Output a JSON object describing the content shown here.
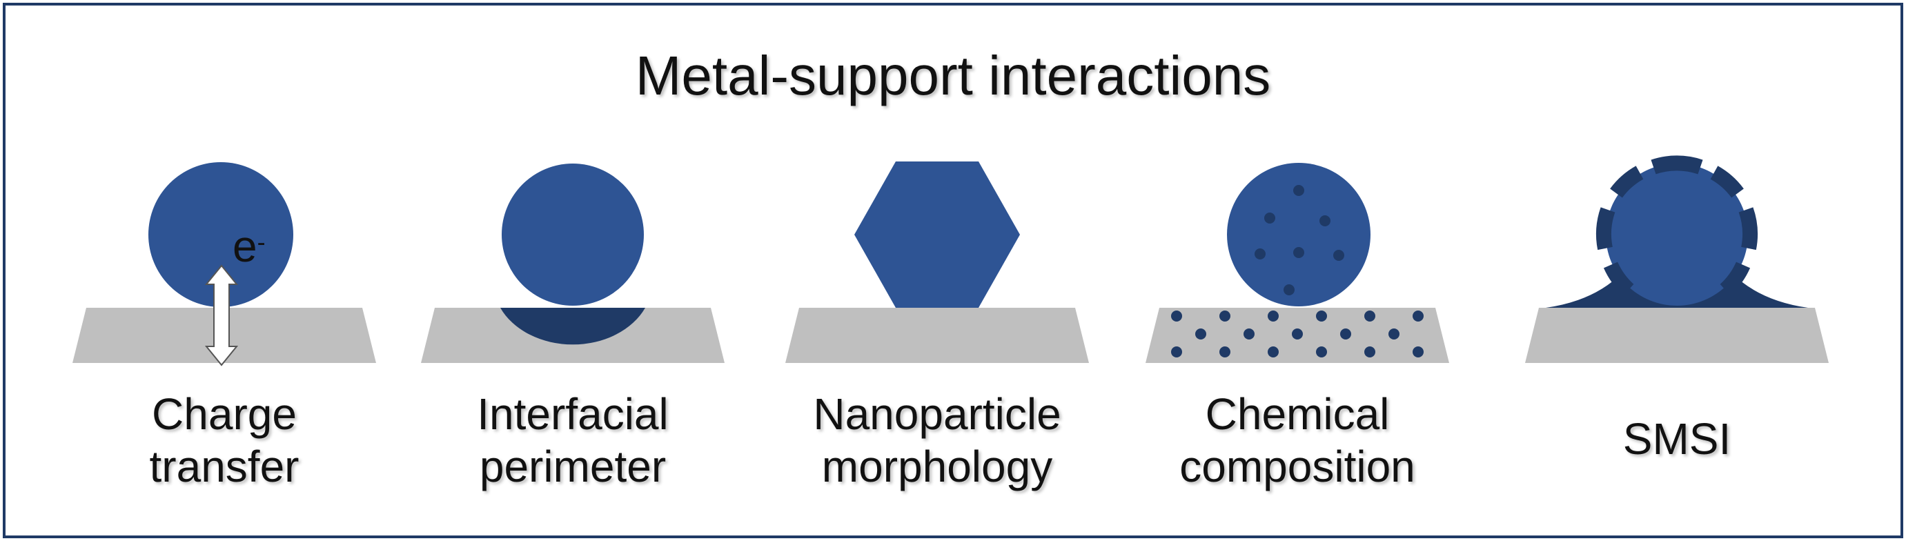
{
  "title": "Metal-support interactions",
  "colors": {
    "particle": "#2E5494",
    "particle_dark": "#1F3A66",
    "support": "#BFBFBF",
    "border": "#1F3A66"
  },
  "panels": [
    {
      "label_line1": "Charge",
      "label_line2": "transfer",
      "electron": "e",
      "electron_sup": "-"
    },
    {
      "label_line1": "Interfacial",
      "label_line2": "perimeter"
    },
    {
      "label_line1": "Nanoparticle",
      "label_line2": "morphology"
    },
    {
      "label_line1": "Chemical",
      "label_line2": "composition"
    },
    {
      "label_line1": "SMSI"
    }
  ]
}
